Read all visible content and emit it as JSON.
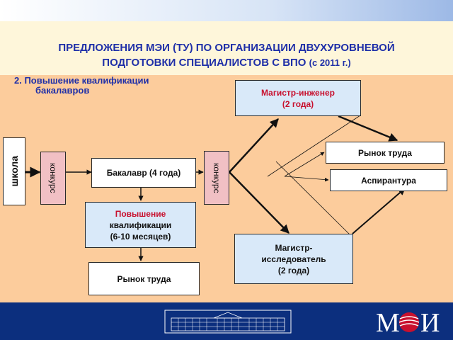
{
  "title_line1": "ПРЕДЛОЖЕНИЯ МЭИ (ТУ) ПО ОРГАНИЗАЦИИ ДВУХУРОВНЕВОЙ",
  "title_line2": "ПОДГОТОВКИ СПЕЦИАЛИСТОВ С ВПО",
  "title_paren": "(с 2011 г.)",
  "subtitle_line1": "2. Повышение квалификации",
  "subtitle_line2": "бакалавров",
  "nodes": {
    "school": "школа",
    "contest1": "конкурс",
    "bachelor": "Бакалавр (4 года)",
    "contest2": "конкурс",
    "qual_line1": "Повышение",
    "qual_line2": "квалификации",
    "qual_line3": "(6-10 месяцев)",
    "labor_left": "Рынок труда",
    "master_eng_line1": "Магистр-инженер",
    "master_eng_line2": "(2 года)",
    "labor_right": "Рынок труда",
    "postgrad": "Аспирантура",
    "master_res_line1": "Магистр-",
    "master_res_line2": "исследователь",
    "master_res_line3": "(2 года)"
  },
  "logo_text": "МЭИ",
  "colors": {
    "background": "#FCCC9C",
    "title": "#1F2FA8",
    "footer": "#0C2F7E",
    "node_white": "#FFFFFF",
    "node_blue": "#D9E9F9",
    "node_pink": "#F1C0C4",
    "accent_red": "#C8102E"
  }
}
